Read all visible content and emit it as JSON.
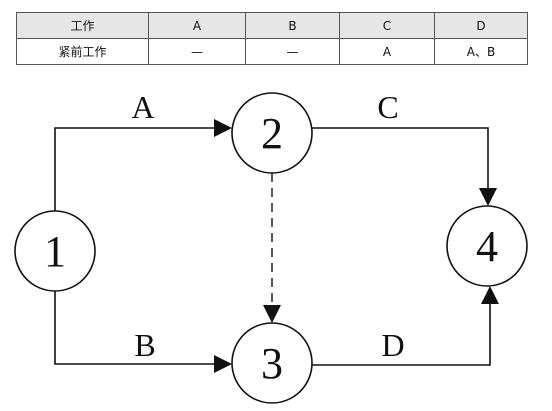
{
  "table": {
    "rows": [
      [
        "工作",
        "A",
        "B",
        "C",
        "D"
      ],
      [
        "紧前工作",
        "—",
        "—",
        "A",
        "A、B"
      ]
    ]
  },
  "diagram": {
    "nodes": [
      {
        "label": "1"
      },
      {
        "label": "2"
      },
      {
        "label": "3"
      },
      {
        "label": "4"
      }
    ],
    "edges": [
      {
        "label": "A"
      },
      {
        "label": "B"
      },
      {
        "label": "C"
      },
      {
        "label": "D"
      }
    ]
  }
}
